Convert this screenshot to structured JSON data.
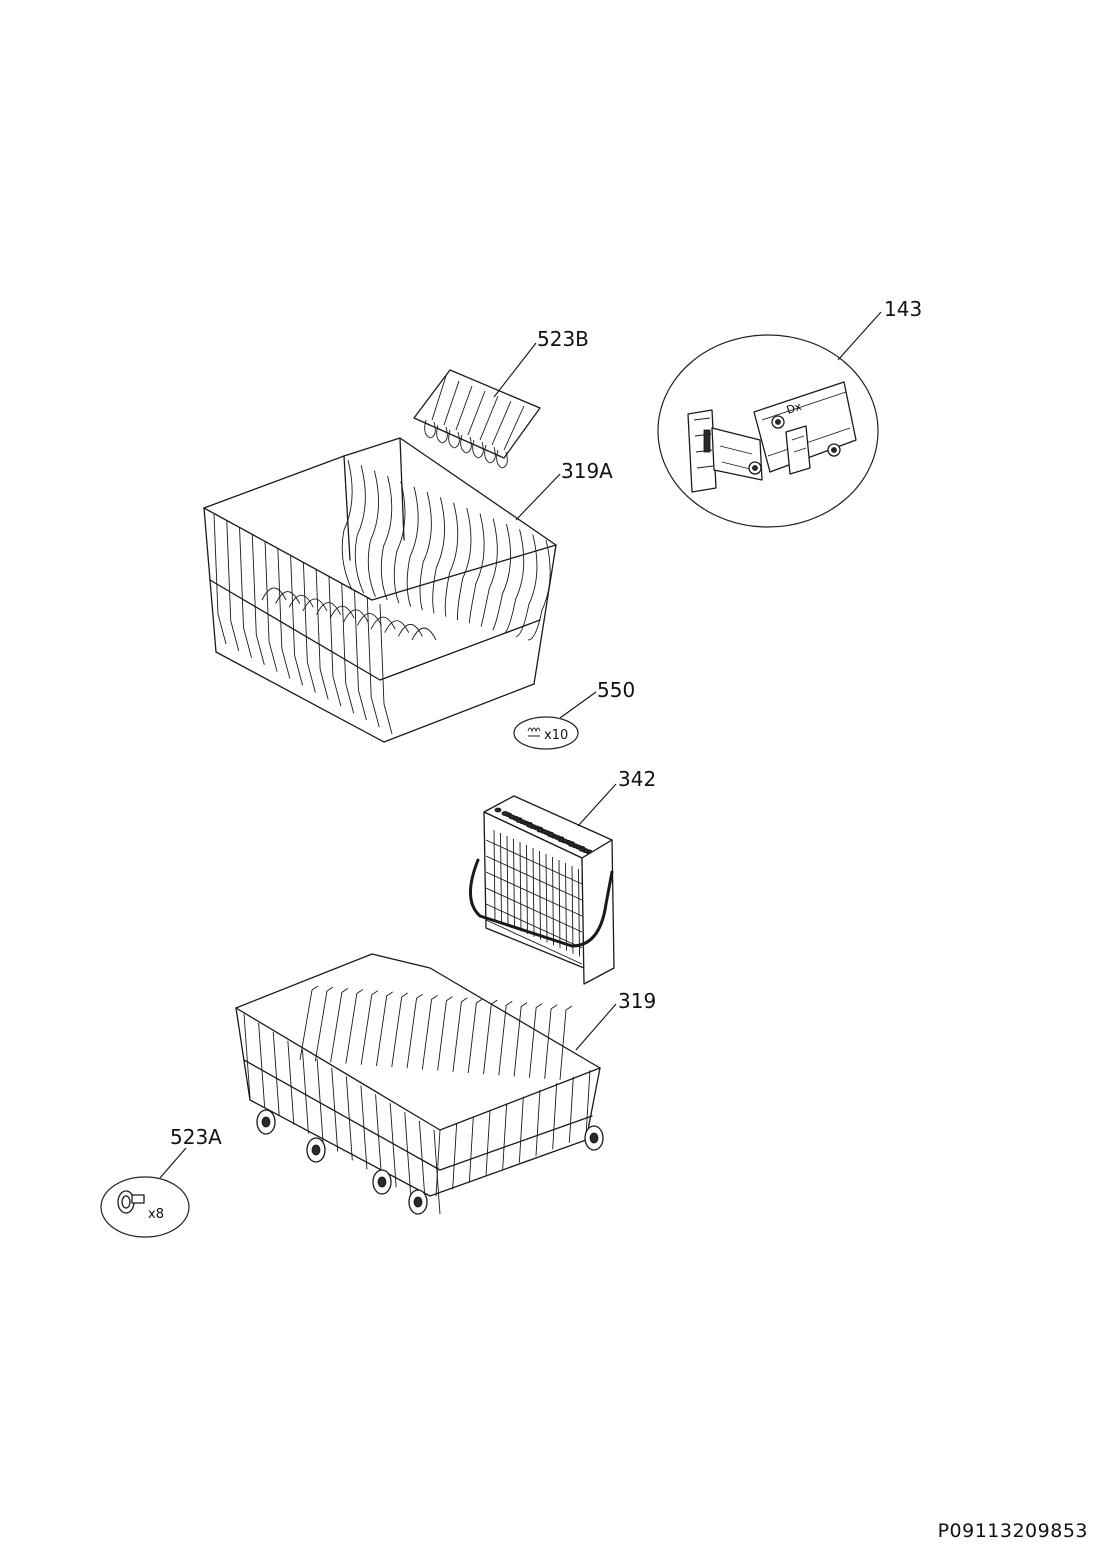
{
  "parts": [
    {
      "id": "143",
      "label": "143"
    },
    {
      "id": "523B",
      "label": "523B"
    },
    {
      "id": "319A",
      "label": "319A"
    },
    {
      "id": "550",
      "label": "550",
      "quantity": "x10"
    },
    {
      "id": "342",
      "label": "342"
    },
    {
      "id": "319",
      "label": "319"
    },
    {
      "id": "523A",
      "label": "523A",
      "quantity": "x8"
    }
  ],
  "document_code": "P09113209853",
  "callout_143_text": "Dx"
}
